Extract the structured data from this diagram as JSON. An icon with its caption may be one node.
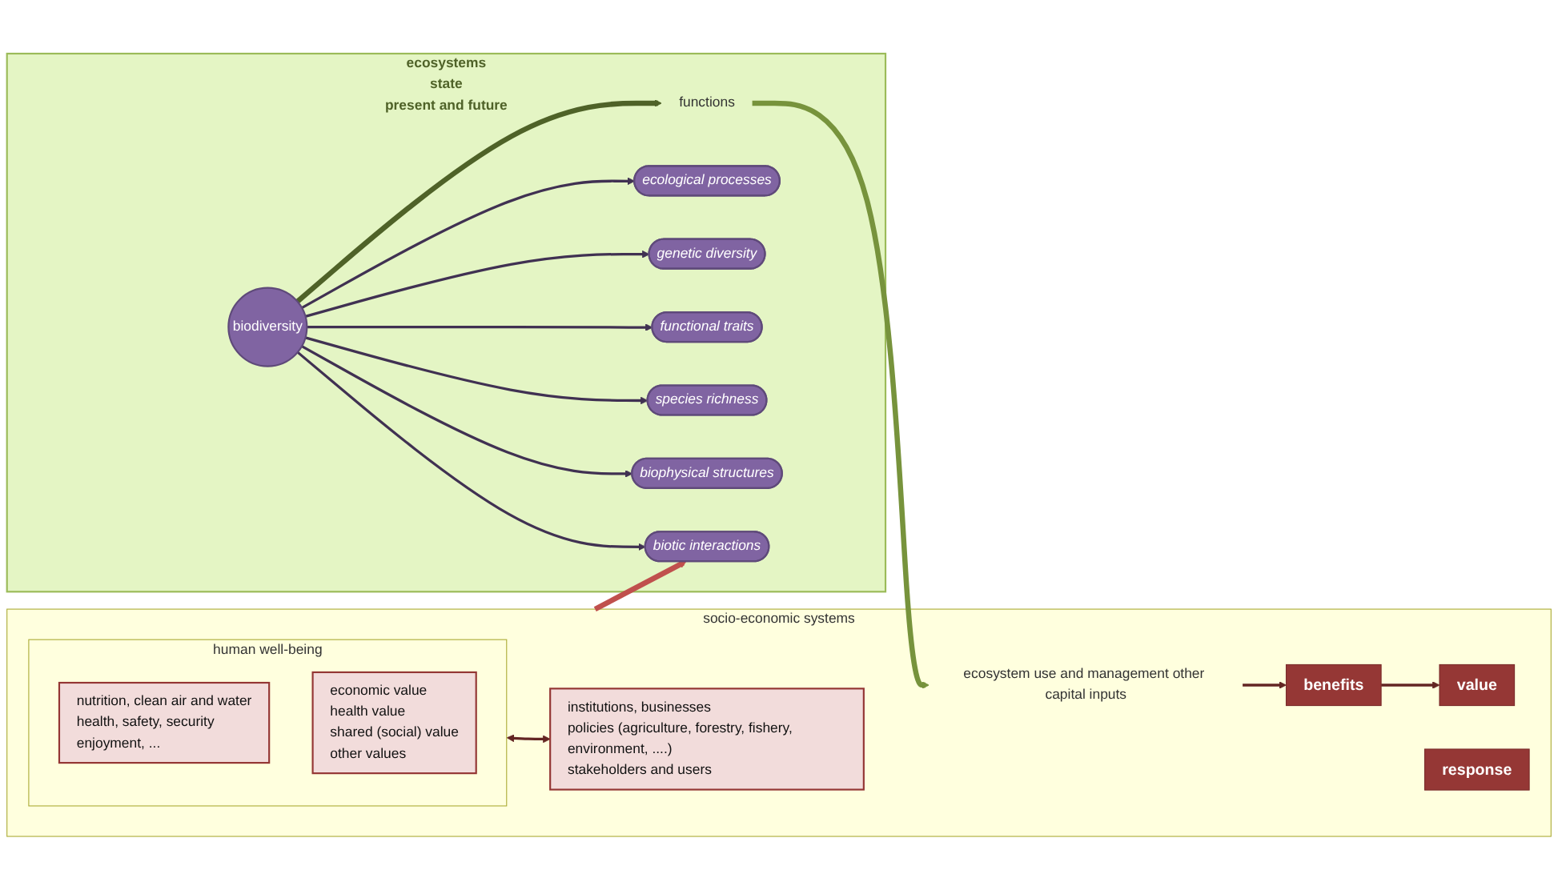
{
  "diagram": {
    "nodes": [
      {
        "text": [
          "ecosystems",
          "state",
          "present and future"
        ]
      },
      {
        "text": [
          "functions"
        ],
        "in": 0
      },
      {
        "text": [
          "ecological processes"
        ],
        "in": 0
      },
      {
        "text": [
          "genetic diversity"
        ],
        "in": 0
      },
      {
        "text": [
          "functional traits"
        ],
        "in": 0
      },
      {
        "text": [
          "biodiversity"
        ],
        "in": 0
      },
      {
        "text": [
          "species richness"
        ],
        "in": 0
      },
      {
        "text": [
          "biophysical structures"
        ],
        "in": 0
      },
      {
        "text": [
          "biotic interactions"
        ],
        "in": 0
      },
      {
        "text": [
          "socio-economic systems"
        ]
      },
      {
        "text": [
          "ecosystem use and management other capital inputs"
        ],
        "in": 9
      },
      {
        "text": [
          "human well-being"
        ],
        "in": 9
      },
      {
        "text": [
          "benefits"
        ],
        "in": 9
      },
      {
        "text": [
          "nutrition, clean air and water",
          "health, safety, security",
          "enjoyment, ..."
        ],
        "in": 11
      },
      {
        "text": [
          "value"
        ],
        "in": 9
      },
      {
        "text": [
          "economic value",
          "health value",
          "shared (social) value",
          "other values"
        ],
        "in": 11
      },
      {
        "text": [
          "response"
        ],
        "in": 9
      },
      {
        "text": [
          "institutions, businesses",
          "policies (agriculture, forestry, fishery, environment, ....)",
          "stakeholders and users"
        ],
        "in": 9
      }
    ],
    "edges": [
      {
        "from": 5,
        "to": 1,
        "arrow": "to",
        "style": "thick",
        "color": "#4f6228"
      },
      {
        "from": 5,
        "to": 2,
        "arrow": "to"
      },
      {
        "from": 5,
        "to": 3,
        "arrow": "to"
      },
      {
        "from": 5,
        "to": 4,
        "arrow": "to"
      },
      {
        "from": 5,
        "to": 6,
        "arrow": "to"
      },
      {
        "from": 5,
        "to": 7,
        "arrow": "to"
      },
      {
        "from": 5,
        "to": 8,
        "arrow": "to"
      },
      {
        "from": 1,
        "to": 10,
        "arrow": "to",
        "style": "thick",
        "color": "#77933c"
      },
      {
        "from": 10,
        "to": 12,
        "arrow": "to",
        "color": "#632523"
      },
      {
        "from": 12,
        "to": 14,
        "arrow": "to",
        "color": "#632523"
      },
      {
        "from": 11,
        "to": 17,
        "arrow": "both",
        "color": "#632523"
      },
      {
        "from": 9,
        "to": 8,
        "arrow": "to",
        "style": "thick",
        "color": "#c0504d"
      }
    ]
  }
}
